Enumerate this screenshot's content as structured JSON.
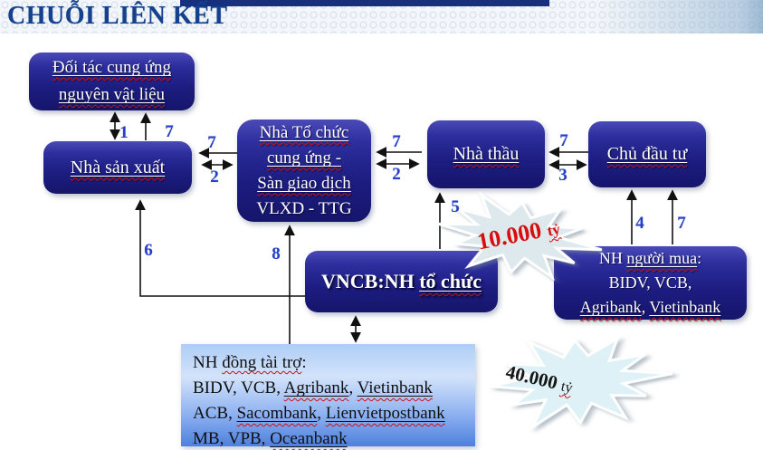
{
  "title": "CHUỖI LIÊN KẾT",
  "colors": {
    "navy_box": "#1d1d82",
    "top_bar": "#16307e",
    "number_blue": "#2640c8",
    "amount_red": "#d80d0d",
    "title_navy": "#15418c",
    "light_box_top": "#d3e3fb",
    "light_box_bottom": "#4d80dd",
    "starburst_fill": "#dfeaee"
  },
  "boxes": {
    "doi_tac": {
      "lines": [
        [
          {
            "t": "Đối tác cung ứng",
            "u": true,
            "w": true
          }
        ],
        [
          {
            "t": "nguyên vật liệu",
            "u": true,
            "w": true
          }
        ]
      ]
    },
    "nha_san_xuat": {
      "lines": [
        [
          {
            "t": "Nhà sản xuất",
            "u": true,
            "w": true
          }
        ]
      ]
    },
    "nha_to_chuc": {
      "lines": [
        [
          {
            "t": "Nhà Tổ chức",
            "u": true,
            "w": true
          }
        ],
        [
          {
            "t": "cung ứng -",
            "u": true,
            "w": true
          }
        ],
        [
          {
            "t": "Sàn giao dịch",
            "u": true,
            "w": true
          }
        ],
        [
          {
            "t": "VLXD  - TTG"
          }
        ]
      ]
    },
    "nha_thau": {
      "lines": [
        [
          {
            "t": "Nhà thầu",
            "u": true,
            "w": true
          }
        ]
      ]
    },
    "chu_dau_tu": {
      "lines": [
        [
          {
            "t": "Chủ đầu tư",
            "u": true,
            "w": true
          }
        ]
      ]
    },
    "vncb": {
      "lines": [
        [
          {
            "t": "VNCB:NH ",
            "b": true
          },
          {
            "t": "tổ chức",
            "b": true,
            "u": true,
            "w": true
          }
        ]
      ]
    },
    "nh_nguoi_mua": {
      "lines": [
        [
          {
            "t": "NH "
          },
          {
            "t": "người mua",
            "u": true,
            "w": true
          },
          {
            "t": ":"
          }
        ],
        [
          {
            "t": "BIDV, VCB,"
          }
        ],
        [
          {
            "t": "Agribank",
            "u": true,
            "w": true
          },
          {
            "t": ", "
          },
          {
            "t": "Vietinbank",
            "u": true,
            "w": true
          }
        ]
      ]
    },
    "nh_dong_tai_tro": {
      "lines": [
        [
          {
            "t": "NH "
          },
          {
            "t": "đồng tài trợ",
            "w": true
          },
          {
            "t": ":"
          }
        ],
        [
          {
            "t": "BIDV, VCB, "
          },
          {
            "t": "Agribank",
            "u": true,
            "w": true
          },
          {
            "t": ",  "
          },
          {
            "t": "Vietinbank",
            "u": true,
            "w": true
          }
        ],
        [
          {
            "t": "ACB, "
          },
          {
            "t": "Sacombank",
            "u": true,
            "w": true
          },
          {
            "t": ",  "
          },
          {
            "t": "Lienvietpostbank",
            "u": true,
            "w": true
          }
        ],
        [
          {
            "t": "MB, VPB, "
          },
          {
            "t": "Oceanbank",
            "u": true,
            "w": true
          }
        ]
      ]
    }
  },
  "flow": {
    "f1": "1",
    "f7_supplier": "7",
    "f7_producer": "7",
    "f2_producer": "2",
    "f7_contractor": "7",
    "f2_contractor": "2",
    "f7_investor": "7",
    "f3": "3",
    "f5": "5",
    "f4": "4",
    "f7_buyer": "7",
    "f6": "6",
    "f8": "8"
  },
  "stars": {
    "s10": {
      "amount": "10.000",
      "unit": "tỷ"
    },
    "s40": {
      "amount": "40.000",
      "unit": "tỷ"
    }
  }
}
